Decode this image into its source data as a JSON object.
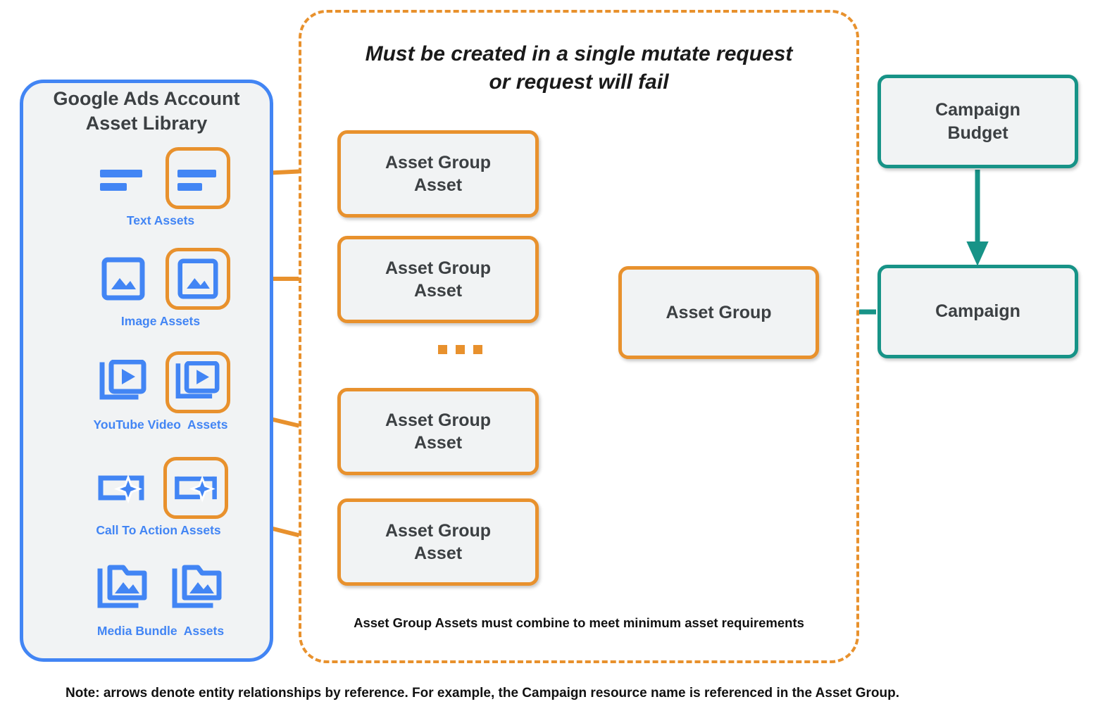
{
  "library": {
    "title_line1": "Google Ads Account",
    "title_line2": "Asset Library",
    "border_color": "#4285f4",
    "fill_color": "#f1f3f4",
    "assets": [
      {
        "label": "Text Assets",
        "icon": "text-lines-icon",
        "highlighted": true
      },
      {
        "label": "Image Assets",
        "icon": "image-icon",
        "highlighted": true
      },
      {
        "label": "YouTube Video  Assets",
        "icon": "video-stack-icon",
        "highlighted": true
      },
      {
        "label": "Call To Action Assets",
        "icon": "call-to-action-icon",
        "highlighted": true
      },
      {
        "label": "Media Bundle  Assets",
        "icon": "media-bundle-icon",
        "highlighted": false
      }
    ]
  },
  "mutate_panel": {
    "heading_line1": "Must be created in a single mutate request",
    "heading_line2": "or request will fail",
    "footnote": "Asset Group Assets must combine to meet minimum asset requirements",
    "ellipsis": "...",
    "border_color": "#e8912d",
    "asset_group_assets": [
      {
        "line1": "Asset Group",
        "line2": "Asset"
      },
      {
        "line1": "Asset Group",
        "line2": "Asset"
      },
      {
        "line1": "Asset Group",
        "line2": "Asset"
      },
      {
        "line1": "Asset Group",
        "line2": "Asset"
      }
    ]
  },
  "nodes": {
    "asset_group": "Asset Group",
    "campaign_budget_line1": "Campaign",
    "campaign_budget_line2": "Budget",
    "campaign": "Campaign"
  },
  "colors": {
    "orange": "#e8912d",
    "blue": "#4285f4",
    "teal": "#179387",
    "node_fill": "#f1f3f4",
    "text_dark": "#3c4043"
  },
  "note": "Note: arrows denote entity relationships by reference. For example, the Campaign resource name is referenced in the Asset Group."
}
